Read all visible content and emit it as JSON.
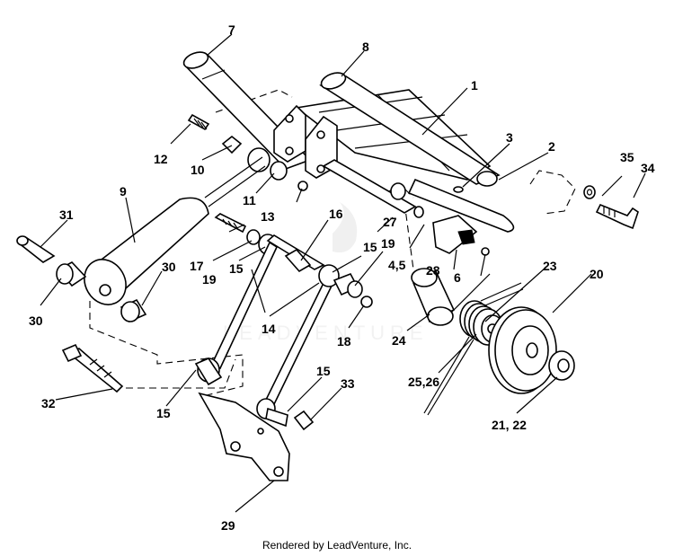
{
  "diagram": {
    "callouts": [
      "1",
      "2",
      "3",
      "4,5",
      "6",
      "7",
      "8",
      "9",
      "10",
      "11",
      "12",
      "13",
      "14",
      "15",
      "15",
      "15",
      "15",
      "16",
      "17",
      "18",
      "19",
      "19",
      "20",
      "21, 22",
      "23",
      "24",
      "25,26",
      "27",
      "28",
      "29",
      "30",
      "30",
      "31",
      "32",
      "33",
      "34",
      "35"
    ],
    "watermark": "LEADVENTURE",
    "footer": "Rendered by LeadVenture, Inc."
  },
  "colors": {
    "ink": "#000000",
    "paper": "#ffffff",
    "watermark": "#e6e6e6"
  }
}
